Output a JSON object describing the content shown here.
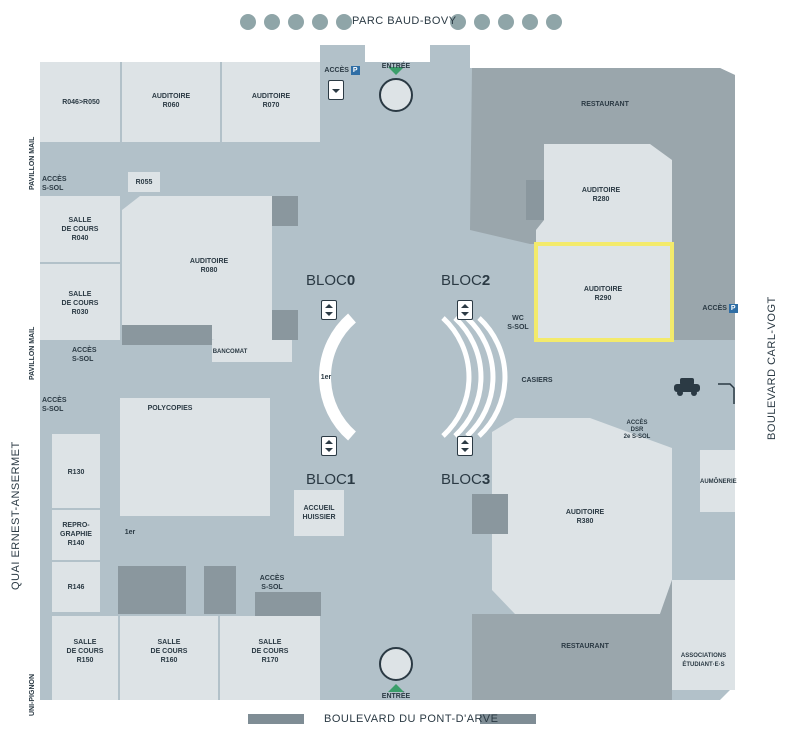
{
  "streets": {
    "top": "PARC BAUD-BOVY",
    "bottom": "BOULEVARD DU PONT-D'ARVE",
    "right": "BOULEVARD  CARL-VOGT",
    "left": "QUAI ERNEST-ANSERMET",
    "pavillon_top": "PAVILLON MAIL",
    "pavillon_bottom": "PAVILLON MAIL",
    "uni_pignon": "UNI-PIGNON"
  },
  "entrances": {
    "top": "ENTRÉE",
    "bottom": "ENTRÉE"
  },
  "blocs": [
    {
      "label": "BLOC",
      "num": "0"
    },
    {
      "label": "BLOC",
      "num": "2"
    },
    {
      "label": "BLOC",
      "num": "1"
    },
    {
      "label": "BLOC",
      "num": "3"
    }
  ],
  "rooms": {
    "r046": "R046>R050",
    "r060": "AUDITOIRE\nR060",
    "r070": "AUDITOIRE\nR070",
    "r055": "R055",
    "r040": "SALLE\nDE COURS\nR040",
    "r030": "SALLE\nDE COURS\nR030",
    "r080": "AUDITOIRE\nR080",
    "bancomat": "BANCOMAT",
    "polycopies": "POLYCOPIES",
    "r130": "R130",
    "r140": "REPRO-\nGRAPHIE\nR140",
    "r146": "R146",
    "r150": "SALLE\nDE COURS\nR150",
    "r160": "SALLE\nDE COURS\nR160",
    "r170": "SALLE\nDE COURS\nR170",
    "accueil": "ACCUEIL\nHUISSIER",
    "restaurant_top": "RESTAURANT",
    "r280": "AUDITOIRE\nR280",
    "r290": "AUDITOIRE\nR290",
    "casiers": "CASIERS",
    "r380": "AUDITOIRE\nR380",
    "restaurant_bottom": "RESTAURANT",
    "aumonerie": "AUMÔNERIE",
    "associations": "ASSOCIATIONS\nÉTUDIANT·E·S",
    "wc": "WC\nS-SOL"
  },
  "access": {
    "parking_top": "ACCÈS",
    "parking_right": "ACCÈS",
    "p": "P",
    "ssol_left1": "ACCÈS\nS-SOL",
    "ssol_left2": "ACCÈS\nS-SOL",
    "ssol_left3": "ACCÈS\nS-SOL",
    "ssol_bottom": "ACCÈS\nS-SOL",
    "dsr": "ACCÈS\nDSR\n2e S-SOL",
    "first_floor_a": "1er",
    "first_floor_b": "1er"
  },
  "colors": {
    "corridor": "#b2c1c9",
    "room": "#dde3e6",
    "dark_block": "#8a979e",
    "restaurant_zone": "#9aa6ac",
    "highlight": "#f3ea6b"
  }
}
